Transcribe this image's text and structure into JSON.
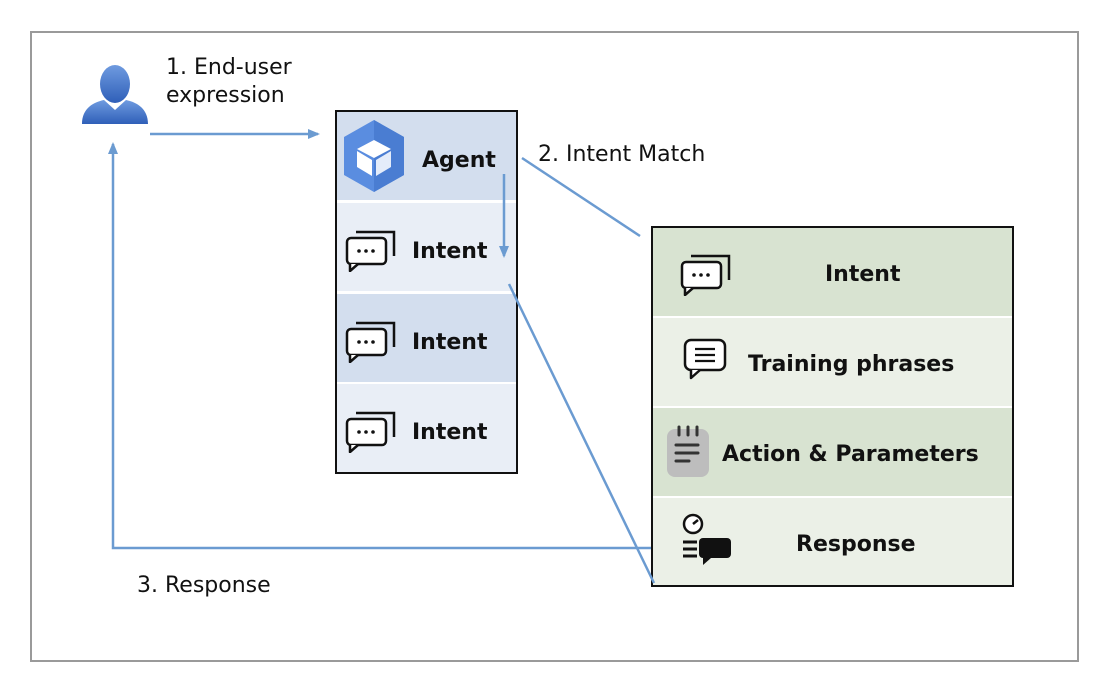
{
  "labels": {
    "step1_line1": "1. End-user",
    "step1_line2": "expression",
    "step2": "2. Intent Match",
    "step3": "3. Response"
  },
  "agent_panel": {
    "header": {
      "label": "Agent",
      "icon": "dialogflow-agent-icon"
    },
    "intents": [
      {
        "label": "Intent",
        "icon": "chat-bubbles-icon"
      },
      {
        "label": "Intent",
        "icon": "chat-bubbles-icon"
      },
      {
        "label": "Intent",
        "icon": "chat-bubbles-icon"
      }
    ]
  },
  "intent_detail": {
    "rows": [
      {
        "label": "Intent",
        "icon": "chat-bubbles-icon"
      },
      {
        "label": "Training phrases",
        "icon": "message-text-icon"
      },
      {
        "label": "Action & Parameters",
        "icon": "notepad-icon"
      },
      {
        "label": "Response",
        "icon": "response-icon"
      }
    ]
  },
  "colors": {
    "arrow": "#6b9bd1",
    "agent_header_bg": "#d3deee",
    "agent_row_light": "#e9eef6",
    "agent_row_dark": "#d3deee",
    "detail_dark": "#d8e3d1",
    "detail_light": "#ebf0e7",
    "user_icon": "#3d6fc8"
  }
}
